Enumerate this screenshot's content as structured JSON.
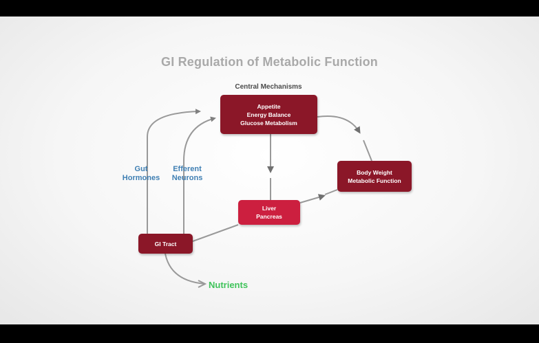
{
  "slide": {
    "title": "GI Regulation of Metabolic Function",
    "subtitle": "Central Mechanisms"
  },
  "boxes": {
    "central": {
      "line1": "Appetite",
      "line2": "Energy Balance",
      "line3": "Glucose Metabolism"
    },
    "body": {
      "line1": "Body Weight",
      "line2": "Metabolic Function"
    },
    "liver": {
      "line1": "Liver",
      "line2": "Pancreas"
    },
    "gi": {
      "label": "GI Tract"
    }
  },
  "labels": {
    "gut": {
      "line1": "Gut",
      "line2": "Hormones"
    },
    "efferent": {
      "line1": "Efferent",
      "line2": "Neurons"
    },
    "nutrients": "Nutrients"
  },
  "colors": {
    "box_dark": "#8b1728",
    "box_bright": "#cc1f3f",
    "label_blue": "#3f7fb3",
    "nutrients_green": "#3fc35a",
    "title_gray": "#a9a9a9",
    "arrow_gray": "#8c8c8c"
  }
}
